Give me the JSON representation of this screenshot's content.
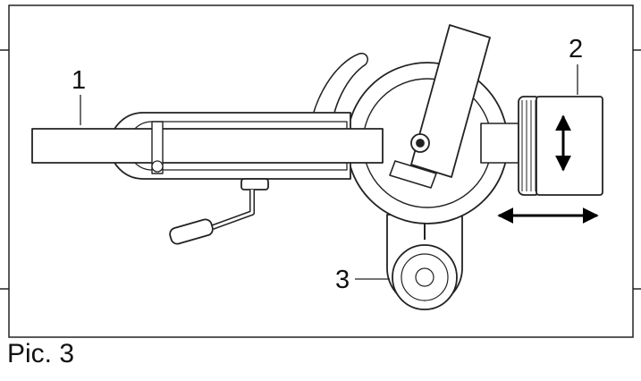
{
  "figure": {
    "callouts": [
      {
        "id": "1",
        "label": "1"
      },
      {
        "id": "2",
        "label": "2"
      },
      {
        "id": "3",
        "label": "3"
      }
    ],
    "caption": "Pic. 3"
  }
}
